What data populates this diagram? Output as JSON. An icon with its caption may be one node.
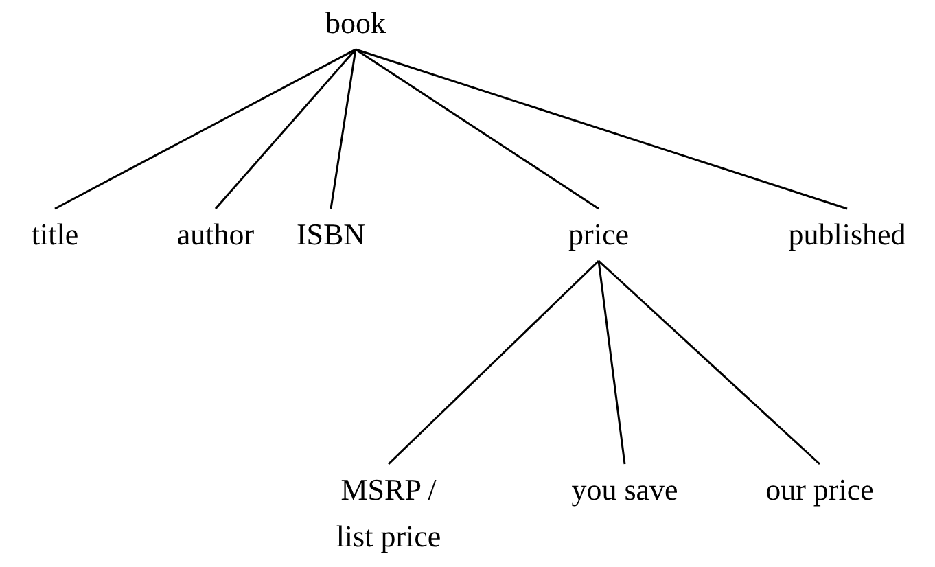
{
  "diagram": {
    "nodes": [
      {
        "text": [
          "book"
        ]
      },
      {
        "text": [
          "title"
        ]
      },
      {
        "text": [
          "author"
        ]
      },
      {
        "text": [
          "ISBN"
        ]
      },
      {
        "text": [
          "price"
        ]
      },
      {
        "text": [
          "published"
        ]
      },
      {
        "text": [
          "MSRP / list price"
        ]
      },
      {
        "text": [
          "you save"
        ]
      },
      {
        "text": [
          "our price"
        ]
      }
    ],
    "edges": [
      {
        "from": 0,
        "to": 1,
        "arrow": "none"
      },
      {
        "from": 0,
        "to": 2,
        "arrow": "none"
      },
      {
        "from": 0,
        "to": 3,
        "arrow": "none"
      },
      {
        "from": 0,
        "to": 4,
        "arrow": "none"
      },
      {
        "from": 0,
        "to": 5,
        "arrow": "none"
      },
      {
        "from": 4,
        "to": 6,
        "arrow": "none"
      },
      {
        "from": 4,
        "to": 7,
        "arrow": "none"
      },
      {
        "from": 4,
        "to": 8,
        "arrow": "none"
      }
    ]
  }
}
